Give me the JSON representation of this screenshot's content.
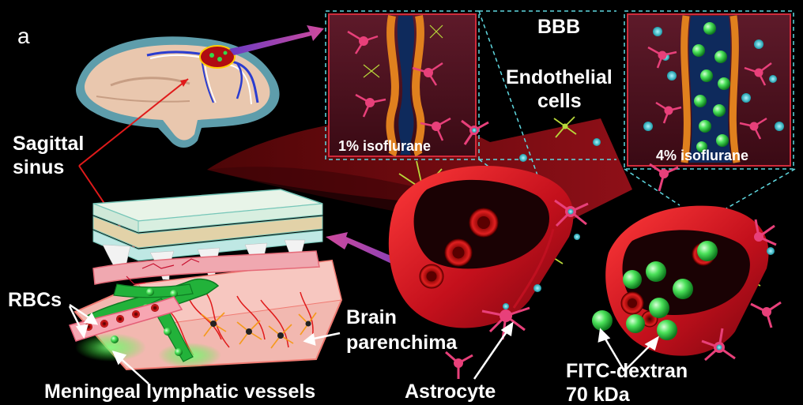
{
  "figure": {
    "panel_letter": "a",
    "labels": {
      "bbb": "BBB",
      "endothelial_cells_1": "Endothelial",
      "endothelial_cells_2": "cells",
      "sagittal_sinus_1": "Sagittal",
      "sagittal_sinus_2": "sinus",
      "rbcs": "RBCs",
      "brain_parenchima_1": "Brain",
      "brain_parenchima_2": "parenchima",
      "meningeal_lymphatic_vessels": "Meningeal lymphatic vessels",
      "astrocyte": "Astrocyte",
      "fitc_dextran_1": "FITC-dextran",
      "fitc_dextran_2": "70 kDa"
    },
    "insets": {
      "left": {
        "label": "1% isoflurane"
      },
      "right": {
        "label": "4% isoflurane"
      }
    },
    "colors": {
      "background": "#000000",
      "vessel_red": "#d8222e",
      "astrocyte_pink": "#e8407a",
      "dextran_green": "#35d84a",
      "glial_yellow": "#b8d83a",
      "dashed_cyan": "#5fd8e0",
      "arrow_purple": "#a04ec8",
      "pointer_red": "#e01a1a"
    }
  }
}
